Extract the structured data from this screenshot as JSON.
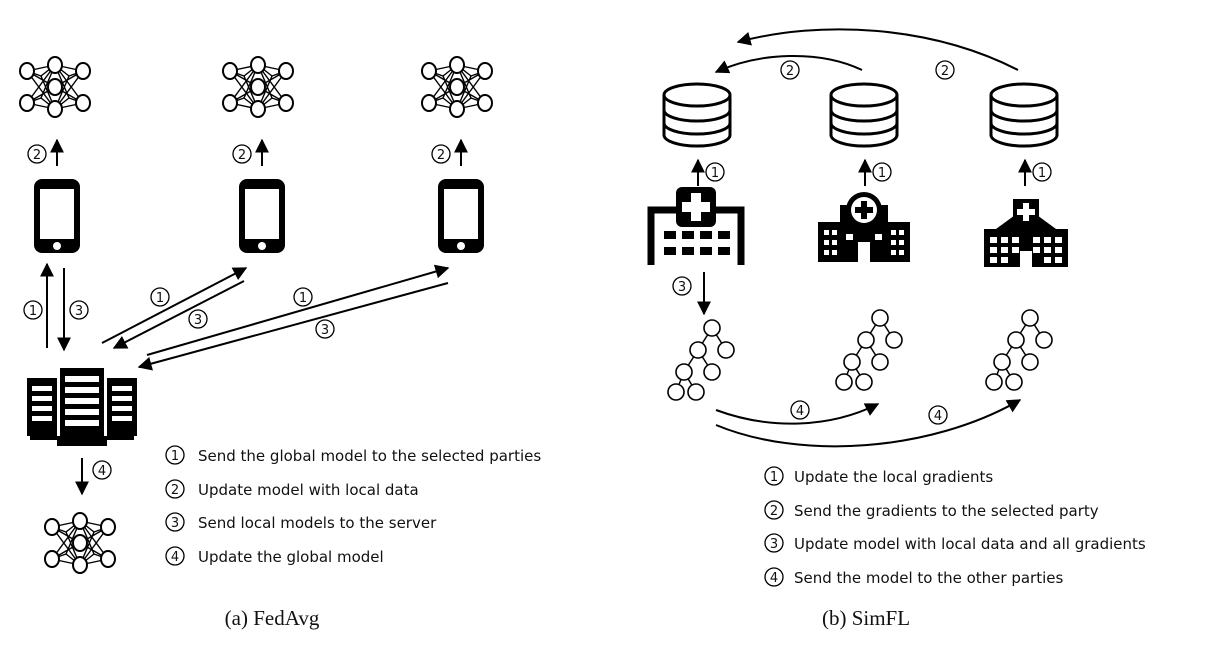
{
  "fedavg": {
    "caption": "(a) FedAvg",
    "legend": [
      {
        "num": "1",
        "text": "Send the global model to the selected parties"
      },
      {
        "num": "2",
        "text": "Update model with local data"
      },
      {
        "num": "3",
        "text": "Send local models to the server"
      },
      {
        "num": "4",
        "text": "Update the global model"
      }
    ],
    "step_labels": {
      "up": "2",
      "send": "1",
      "return": "3",
      "update": "4"
    }
  },
  "simfl": {
    "caption": "(b) SimFL",
    "legend": [
      {
        "num": "1",
        "text": "Update the local gradients"
      },
      {
        "num": "2",
        "text": "Send the gradients to the selected party"
      },
      {
        "num": "3",
        "text": "Update model with local data and all gradients"
      },
      {
        "num": "4",
        "text": "Send the model to the other parties"
      }
    ],
    "step_labels": {
      "gradients": "1",
      "share": "2",
      "train": "3",
      "send": "4"
    }
  },
  "icons": [
    "neural-network-icon",
    "smartphone-icon",
    "server-icon",
    "database-icon",
    "hospital-icon",
    "decision-tree-icon"
  ]
}
